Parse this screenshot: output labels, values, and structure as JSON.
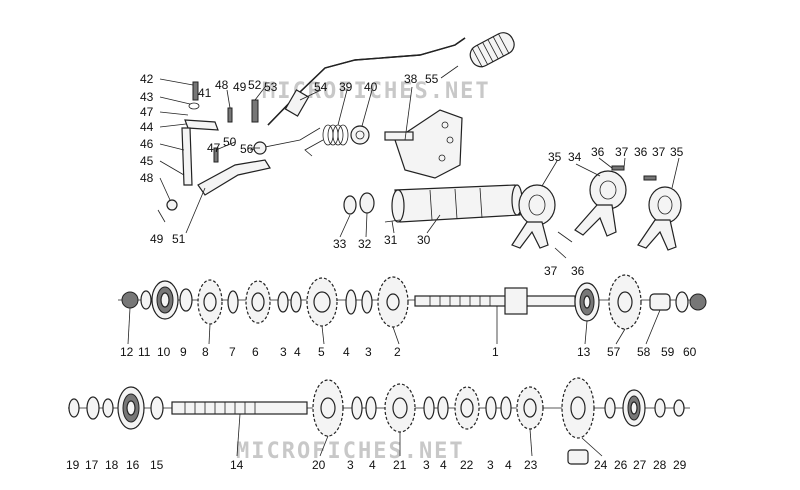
{
  "watermark_top": "MICROFICHES.NET",
  "watermark_bottom": "MICROFICHES.NET",
  "labels": {
    "l42": "42",
    "l43": "43",
    "l47a": "47",
    "l44": "44",
    "l46": "46",
    "l45": "45",
    "l48a": "48",
    "l49a": "49",
    "l51": "51",
    "l41": "41",
    "l48b": "48",
    "l49b": "49",
    "l52": "52",
    "l53": "53",
    "l50": "50",
    "l47b": "47",
    "l56": "56",
    "l54": "54",
    "l39": "39",
    "l40": "40",
    "l38": "38",
    "l55": "55",
    "l35a": "35",
    "l34": "34",
    "l36a": "36",
    "l37a": "37",
    "l36b": "36",
    "l37b": "37",
    "l35b": "35",
    "l37c": "37",
    "l36c": "36",
    "l33": "33",
    "l32": "32",
    "l31": "31",
    "l30": "30",
    "l12": "12",
    "l11": "11",
    "l10": "10",
    "l9": "9",
    "l8": "8",
    "l7": "7",
    "l6": "6",
    "l3a": "3",
    "l4a": "4",
    "l5": "5",
    "l4b": "4",
    "l3b": "3",
    "l2": "2",
    "l1": "1",
    "l13": "13",
    "l57": "57",
    "l58": "58",
    "l59": "59",
    "l60": "60",
    "l19": "19",
    "l17": "17",
    "l18": "18",
    "l16": "16",
    "l15": "15",
    "l14": "14",
    "l20": "20",
    "l3c": "3",
    "l4c": "4",
    "l21": "21",
    "l3d": "3",
    "l4d": "4",
    "l22": "22",
    "l3e": "3",
    "l4e": "4",
    "l23": "23",
    "l24": "24",
    "l26": "26",
    "l27": "27",
    "l28": "28",
    "l29": "29"
  }
}
